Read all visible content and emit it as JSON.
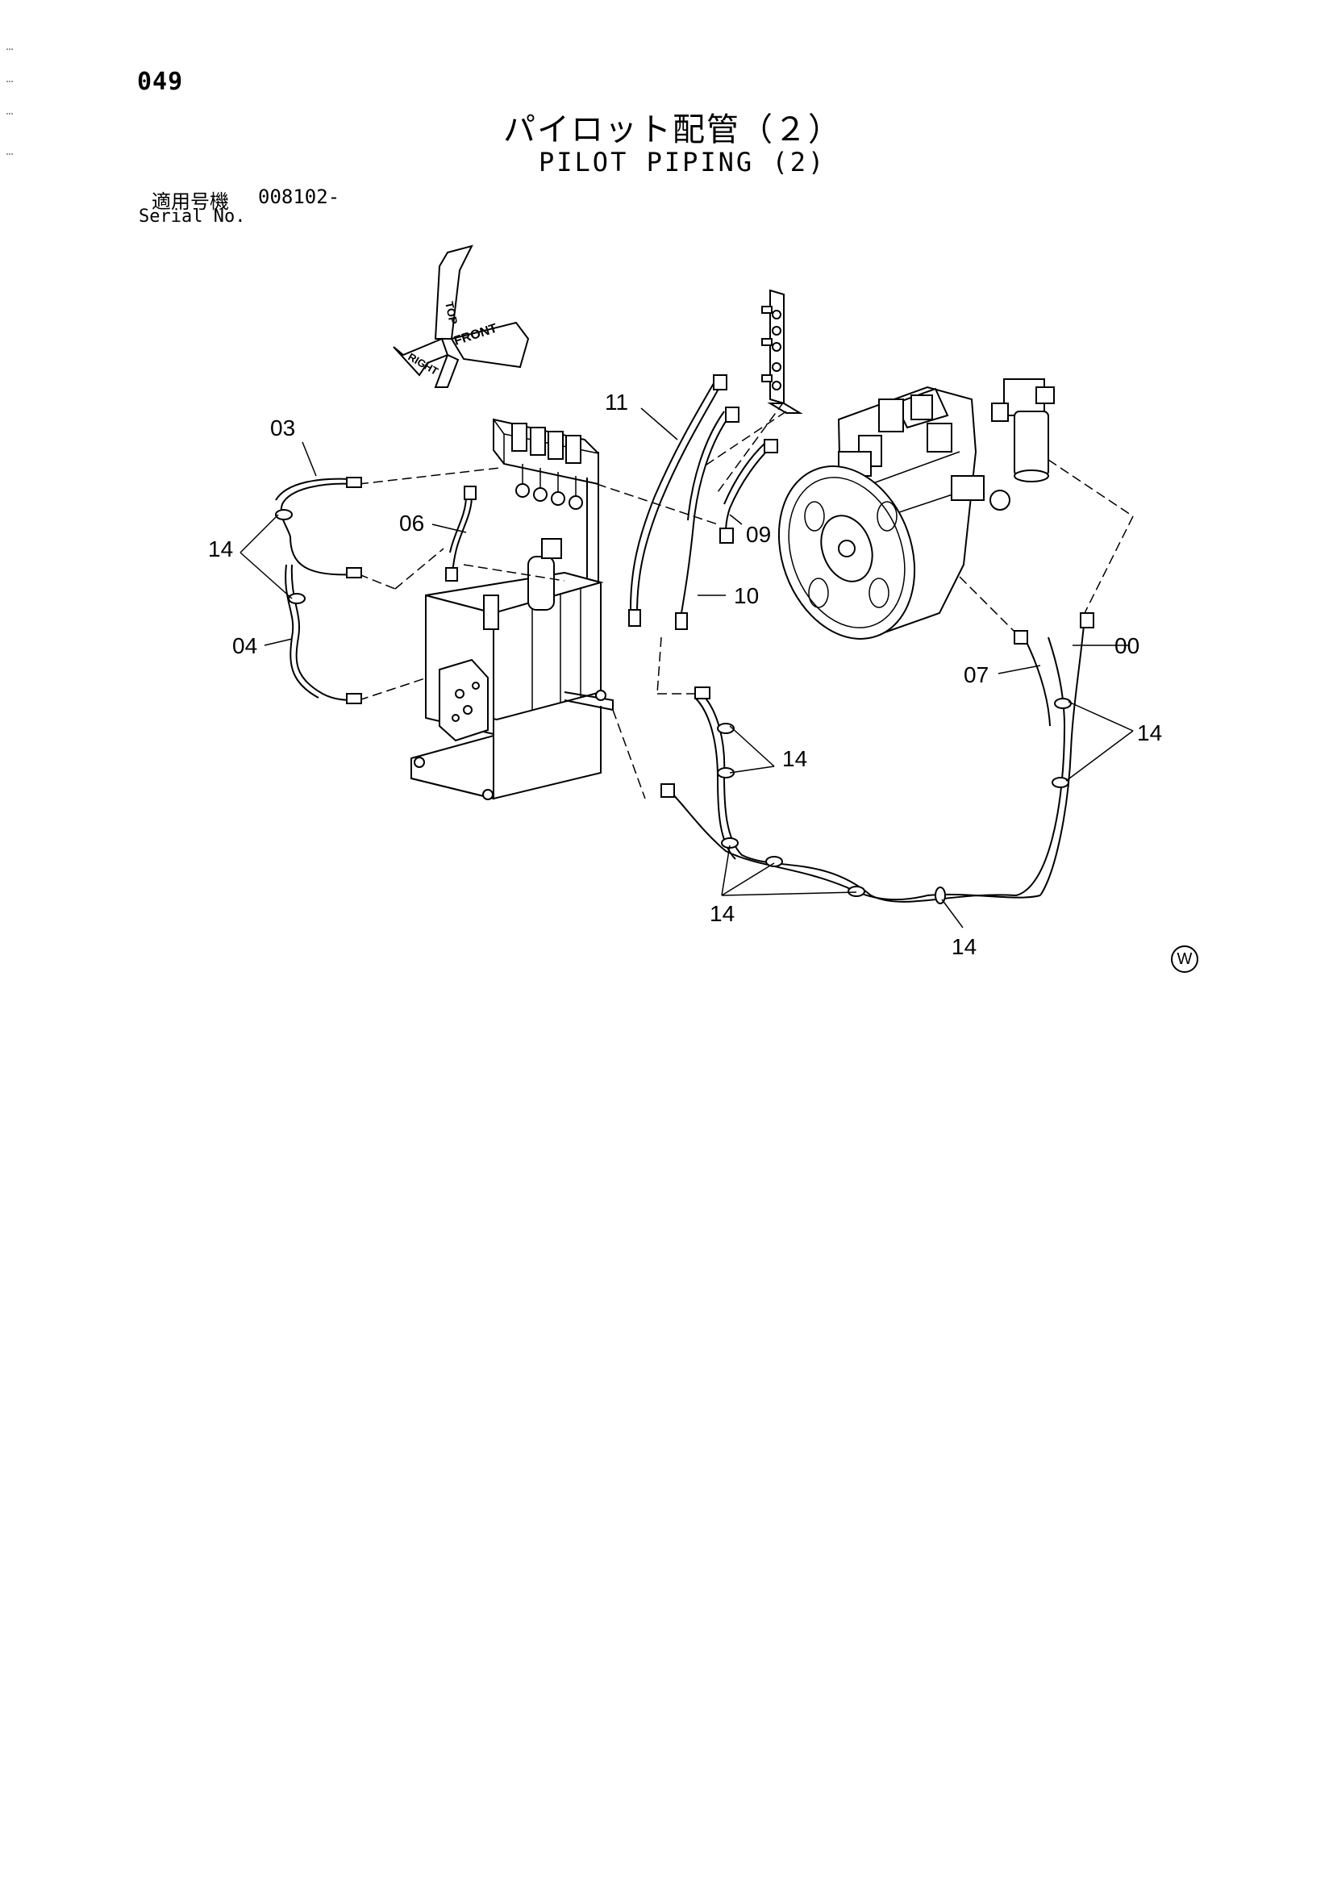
{
  "page_number": "049",
  "title_jp": "パイロット配管（２）",
  "title_en": "PILOT PIPING (2)",
  "serial": {
    "label_jp": "適用号機",
    "value": "008102-",
    "label_en": "Serial No."
  },
  "orientation": {
    "top": "TOP",
    "front": "FRONT",
    "right": "RIGHT"
  },
  "callouts": {
    "c03": "03",
    "c14_left": "14",
    "c06": "06",
    "c04": "04",
    "c11": "11",
    "c09": "09",
    "c10": "10",
    "c07": "07",
    "c00": "00",
    "c14_right": "14",
    "c14_mid": "14",
    "c14_bottom_left": "14",
    "c14_bottom": "14"
  },
  "watermark": "W"
}
